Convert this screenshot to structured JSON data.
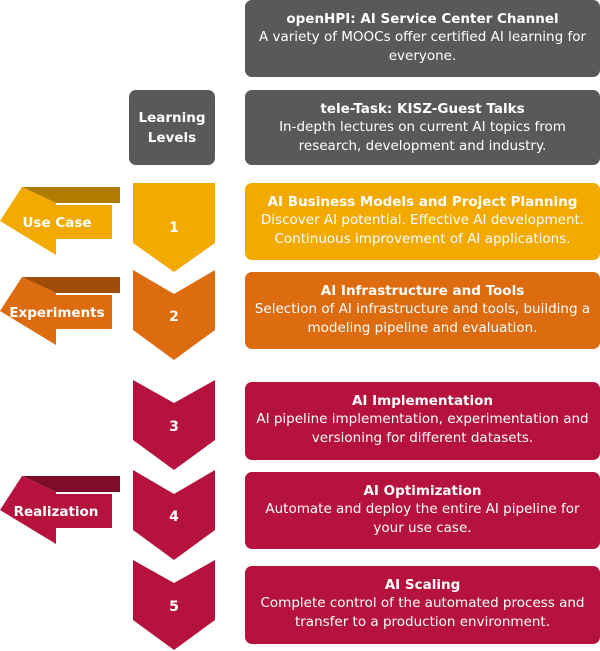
{
  "learning_levels": {
    "line1": "Learning",
    "line2": "Levels"
  },
  "boxes": [
    {
      "title": "openHPI: AI Service Center Channel",
      "desc": "A variety of MOOCs offer certified AI learning for everyone."
    },
    {
      "title": "tele-Task: KISZ-Guest Talks",
      "desc": "In-depth lectures on current AI topics from research, development and industry."
    },
    {
      "title": "AI Business Models and Project Planning",
      "desc": "Discover AI potential. Effective AI development. Continuous improvement of AI applications."
    },
    {
      "title": "AI Infrastructure and Tools",
      "desc": "Selection of AI infrastructure and tools, building a modeling pipeline and evaluation."
    },
    {
      "title": "AI Implementation",
      "desc": "AI pipeline implementation, experimentation and versioning for different datasets."
    },
    {
      "title": "AI Optimization",
      "desc": "Automate and deploy the entire AI pipeline for your use case."
    },
    {
      "title": "AI Scaling",
      "desc": "Complete control of the automated process and transfer to a production environment."
    }
  ],
  "steps": [
    "1",
    "2",
    "3",
    "4",
    "5"
  ],
  "phases": [
    "Use Case",
    "Experiments",
    "Realization"
  ],
  "colors": {
    "grey": "#58595b",
    "yellow": "#f2a900",
    "orange": "#dd6b10",
    "crimson": "#b5123e"
  }
}
